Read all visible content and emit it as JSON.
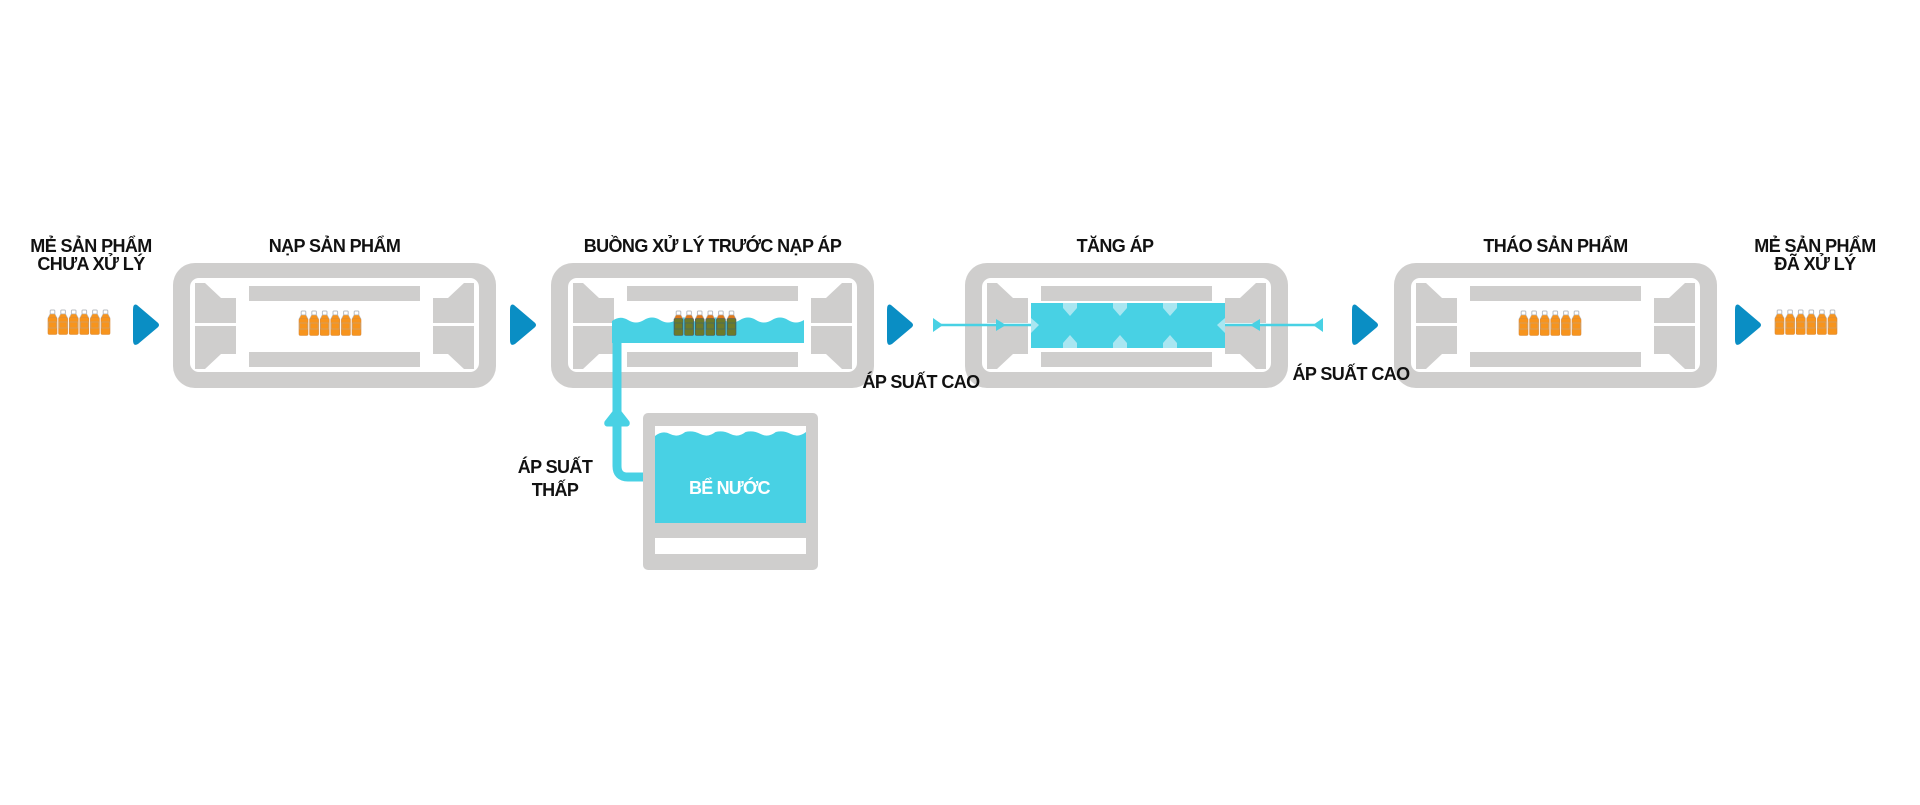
{
  "diagram": {
    "title": "High pressure processing (HPP) workflow",
    "colors": {
      "chamber_gray": "#cfcecd",
      "arrow_blue": "#0a8ec4",
      "water_cyan": "#48d1e4",
      "water_light": "#a9e6f1",
      "bottle_orange": "#f7941d",
      "bottle_cap": "#b8bcc2",
      "bottle_submerged": "#6d7a2a",
      "text": "#111111"
    },
    "stages": [
      {
        "id": "input",
        "label_lines": [
          "MẺ SẢN PHẨM",
          "CHƯA XỬ LÝ"
        ],
        "bottles": 6
      },
      {
        "id": "load",
        "label": "NẠP SẢN PHẨM",
        "bottles": 6,
        "state": "empty-chamber"
      },
      {
        "id": "prefill",
        "label": "BUỒNG XỬ LÝ TRƯỚC NẠP ÁP",
        "bottles": 6,
        "state": "filled-water"
      },
      {
        "id": "pressurize",
        "label": "TĂNG ÁP",
        "state": "high-pressure"
      },
      {
        "id": "unload",
        "label": "THÁO SẢN PHẨM",
        "bottles": 6,
        "state": "empty-chamber"
      },
      {
        "id": "output",
        "label_lines": [
          "MẺ SẢN PHẨM",
          "ĐÃ XỬ LÝ"
        ],
        "bottles": 6
      }
    ],
    "pressure_labels": {
      "high_left": "ÁP SUẤT CAO",
      "high_right": "ÁP SUẤT CAO",
      "low_lines": [
        "ÁP SUẤT",
        "THẤP"
      ]
    },
    "tank": {
      "label": "BỂ NƯỚC"
    },
    "flow_arrows": 5,
    "pressure_arrows_in_chamber": 8
  }
}
